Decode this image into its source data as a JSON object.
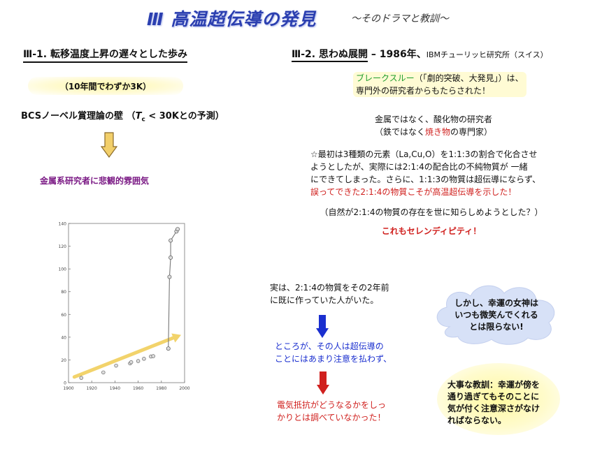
{
  "title": "Ⅲ 高温超伝導の発見",
  "subtitle": "～そのドラマと教訓～",
  "left": {
    "heading": "Ⅲ-1. 転移温度上昇の遅々とした歩み",
    "highlight": "（10年間でわずか3K）",
    "bcs_pre": "BCSノーベル賞理論の壁 （",
    "bcs_T": "T",
    "bcs_sub": "c",
    "bcs_post": " < 30Kとの予測）",
    "metal_note": "金属系研究者に悲観的雰囲気"
  },
  "right": {
    "heading_main": "Ⅲ-2. 思わぬ展開",
    "heading_dash": " – 1986年、",
    "heading_lab": "IBMチューリッヒ研究所（スイス）",
    "breakthrough_green": "ブレークスルー",
    "breakthrough_rest": "（「劇的突破、大発見」）は、",
    "breakthrough_line2": "専門外の研究者からもたらされた！",
    "oxide_line1": "金属ではなく、酸化物の研究者",
    "oxide_line2_pre": "（鉄ではなく",
    "oxide_line2_red": "焼き物",
    "oxide_line2_post": "の専門家）",
    "star_line1": "☆最初は3種類の元素（La,Cu,O）を1:1:3の割合で化合させ",
    "star_line2": "ようとしたが、実際には2:1:4の配合比の不純物質が 一緒",
    "star_line3": "にできてしまった。さらに、1:1:3の物質は超伝導にならず、",
    "star_line4": "誤ってできた2:1:4の物質こそが高温超伝導を示した！",
    "nature": "（自然が2:1:4の物質の存在を世に知らしめようとした？）",
    "serendipity": "これもセレンディピティ！",
    "actually_line1": "実は、2:1:4の物質をその2年前",
    "actually_line2": "に既に作っていた人がいた。",
    "however_line1": "ところが、その人は超伝導の",
    "however_line2": "ことにはあまり注意を払わず、",
    "resist_line1": "電気抵抗がどうなるかをしっ",
    "resist_line2": "かりとは調べていなかった！",
    "cloud_line1": "しかし、幸運の女神は",
    "cloud_line2": "いつも微笑んでくれる",
    "cloud_line3": "とは限らない!",
    "lesson_line1": "大事な教訓：幸運が傍を",
    "lesson_line2": "通り過ぎてもそのことに",
    "lesson_line3": "気が付く注意深さがなけ",
    "lesson_line4": "ればならない。"
  },
  "colors": {
    "title": "#2b3fb0",
    "green": "#1f9e2e",
    "red": "#d0201e",
    "blue": "#1a2fcf",
    "purple": "#7b1a85",
    "trend_arrow": "#f2d36b"
  },
  "icons": {
    "down_arrow_left": "down-arrow-icon",
    "down_arrow_blue": "down-arrow-icon",
    "down_arrow_red": "down-arrow-icon"
  },
  "chart_data": {
    "type": "scatter",
    "xlim": [
      1900,
      2000
    ],
    "ylim": [
      0,
      140
    ],
    "xticks": [
      "1900",
      "1920",
      "1940",
      "1960",
      "1980",
      "2000"
    ],
    "yticks": [
      "0",
      "20",
      "40",
      "60",
      "80",
      "100",
      "120",
      "140"
    ],
    "conventional": {
      "x": [
        1911,
        1930,
        1941,
        1953,
        1954,
        1960,
        1965,
        1971,
        1973
      ],
      "y": [
        4.2,
        9,
        15,
        17,
        18,
        19,
        21,
        23,
        23.3
      ]
    },
    "cuprate": {
      "x": [
        1986,
        1987,
        1988,
        1988,
        1993,
        1994
      ],
      "y": [
        30,
        93,
        110,
        125,
        133,
        135
      ]
    },
    "trend_arrow": {
      "x": [
        1905,
        1997
      ],
      "y": [
        5,
        42
      ]
    }
  }
}
